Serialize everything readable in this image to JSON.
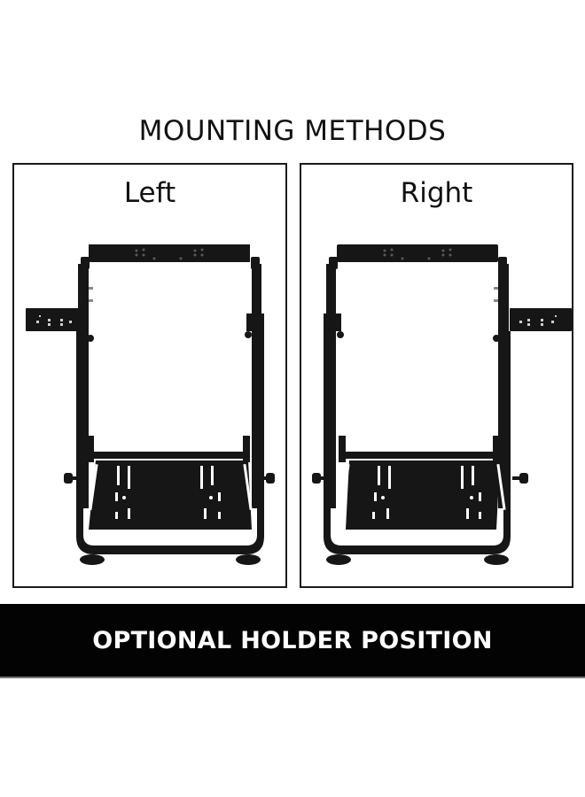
{
  "header": {
    "title": "MOUNTING METHODS"
  },
  "panels": [
    {
      "label": "Left",
      "holder_side": "left",
      "image": "racing-wheel-stand-with-shifter-holder-left"
    },
    {
      "label": "Right",
      "holder_side": "right",
      "image": "racing-wheel-stand-with-shifter-holder-right"
    }
  ],
  "banner": {
    "text": "OPTIONAL HOLDER POSITION"
  },
  "colors": {
    "background": "#ffffff",
    "frame": "#151515",
    "banner_bg": "#030303",
    "banner_text": "#ffffff",
    "border": "#1a1a1a"
  }
}
